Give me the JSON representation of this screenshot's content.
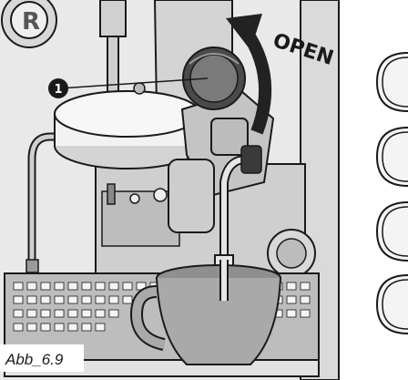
{
  "figure": {
    "caption": "Abb_6.9",
    "open_label": "OPEN",
    "callout_number": "1"
  },
  "colors": {
    "outline": "#1a1a1a",
    "panel_gray": "#c8c8c8",
    "knob_dark": "#4a4a4a",
    "knob_face": "#7a7a7a",
    "cup": "#a9a9a9",
    "arrow": "#222222"
  },
  "icons": {
    "knob": "steam-valve-knob-icon",
    "arrow": "curved-open-arrow-icon",
    "cup": "cup-icon"
  }
}
